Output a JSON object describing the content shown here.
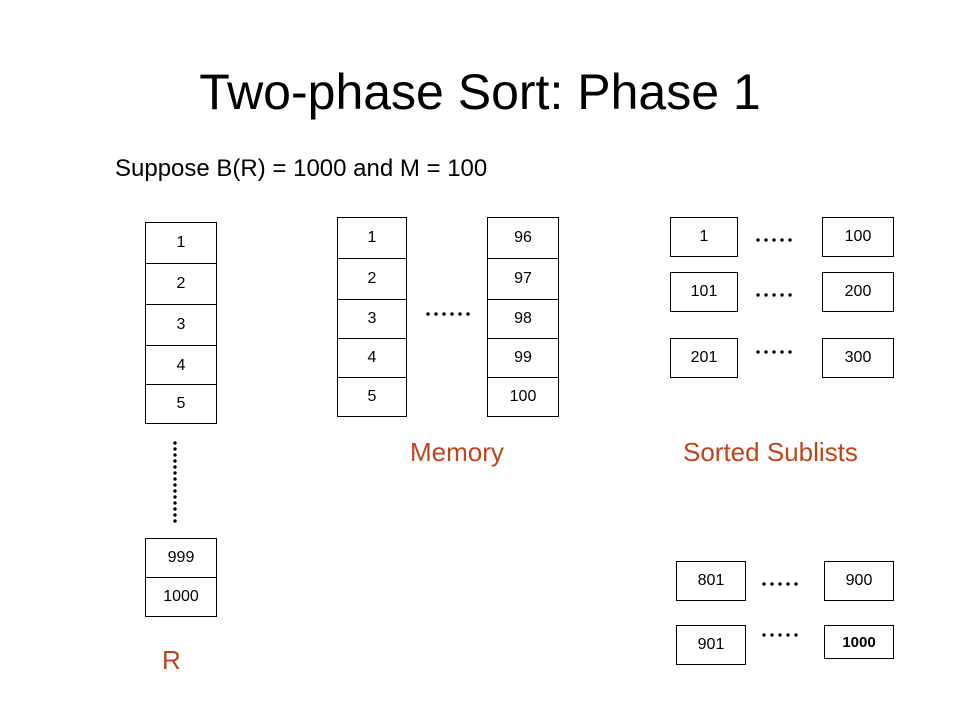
{
  "title": "Two-phase Sort: Phase 1",
  "subtitle": "Suppose B(R) = 1000 and M = 100",
  "relation": {
    "label": "R",
    "top_blocks": [
      "1",
      "2",
      "3",
      "4",
      "5"
    ],
    "bottom_blocks": [
      "999",
      "1000"
    ]
  },
  "memory": {
    "label": "Memory",
    "left_blocks": [
      "1",
      "2",
      "3",
      "4",
      "5"
    ],
    "right_blocks": [
      "96",
      "97",
      "98",
      "99",
      "100"
    ]
  },
  "sublists": {
    "label": "Sorted Sublists",
    "rows_top": [
      {
        "start": "1",
        "end": "100"
      },
      {
        "start": "101",
        "end": "200"
      },
      {
        "start": "201",
        "end": "300"
      }
    ],
    "rows_bottom": [
      {
        "start": "801",
        "end": "900"
      },
      {
        "start": "901",
        "end": "1000"
      }
    ]
  }
}
